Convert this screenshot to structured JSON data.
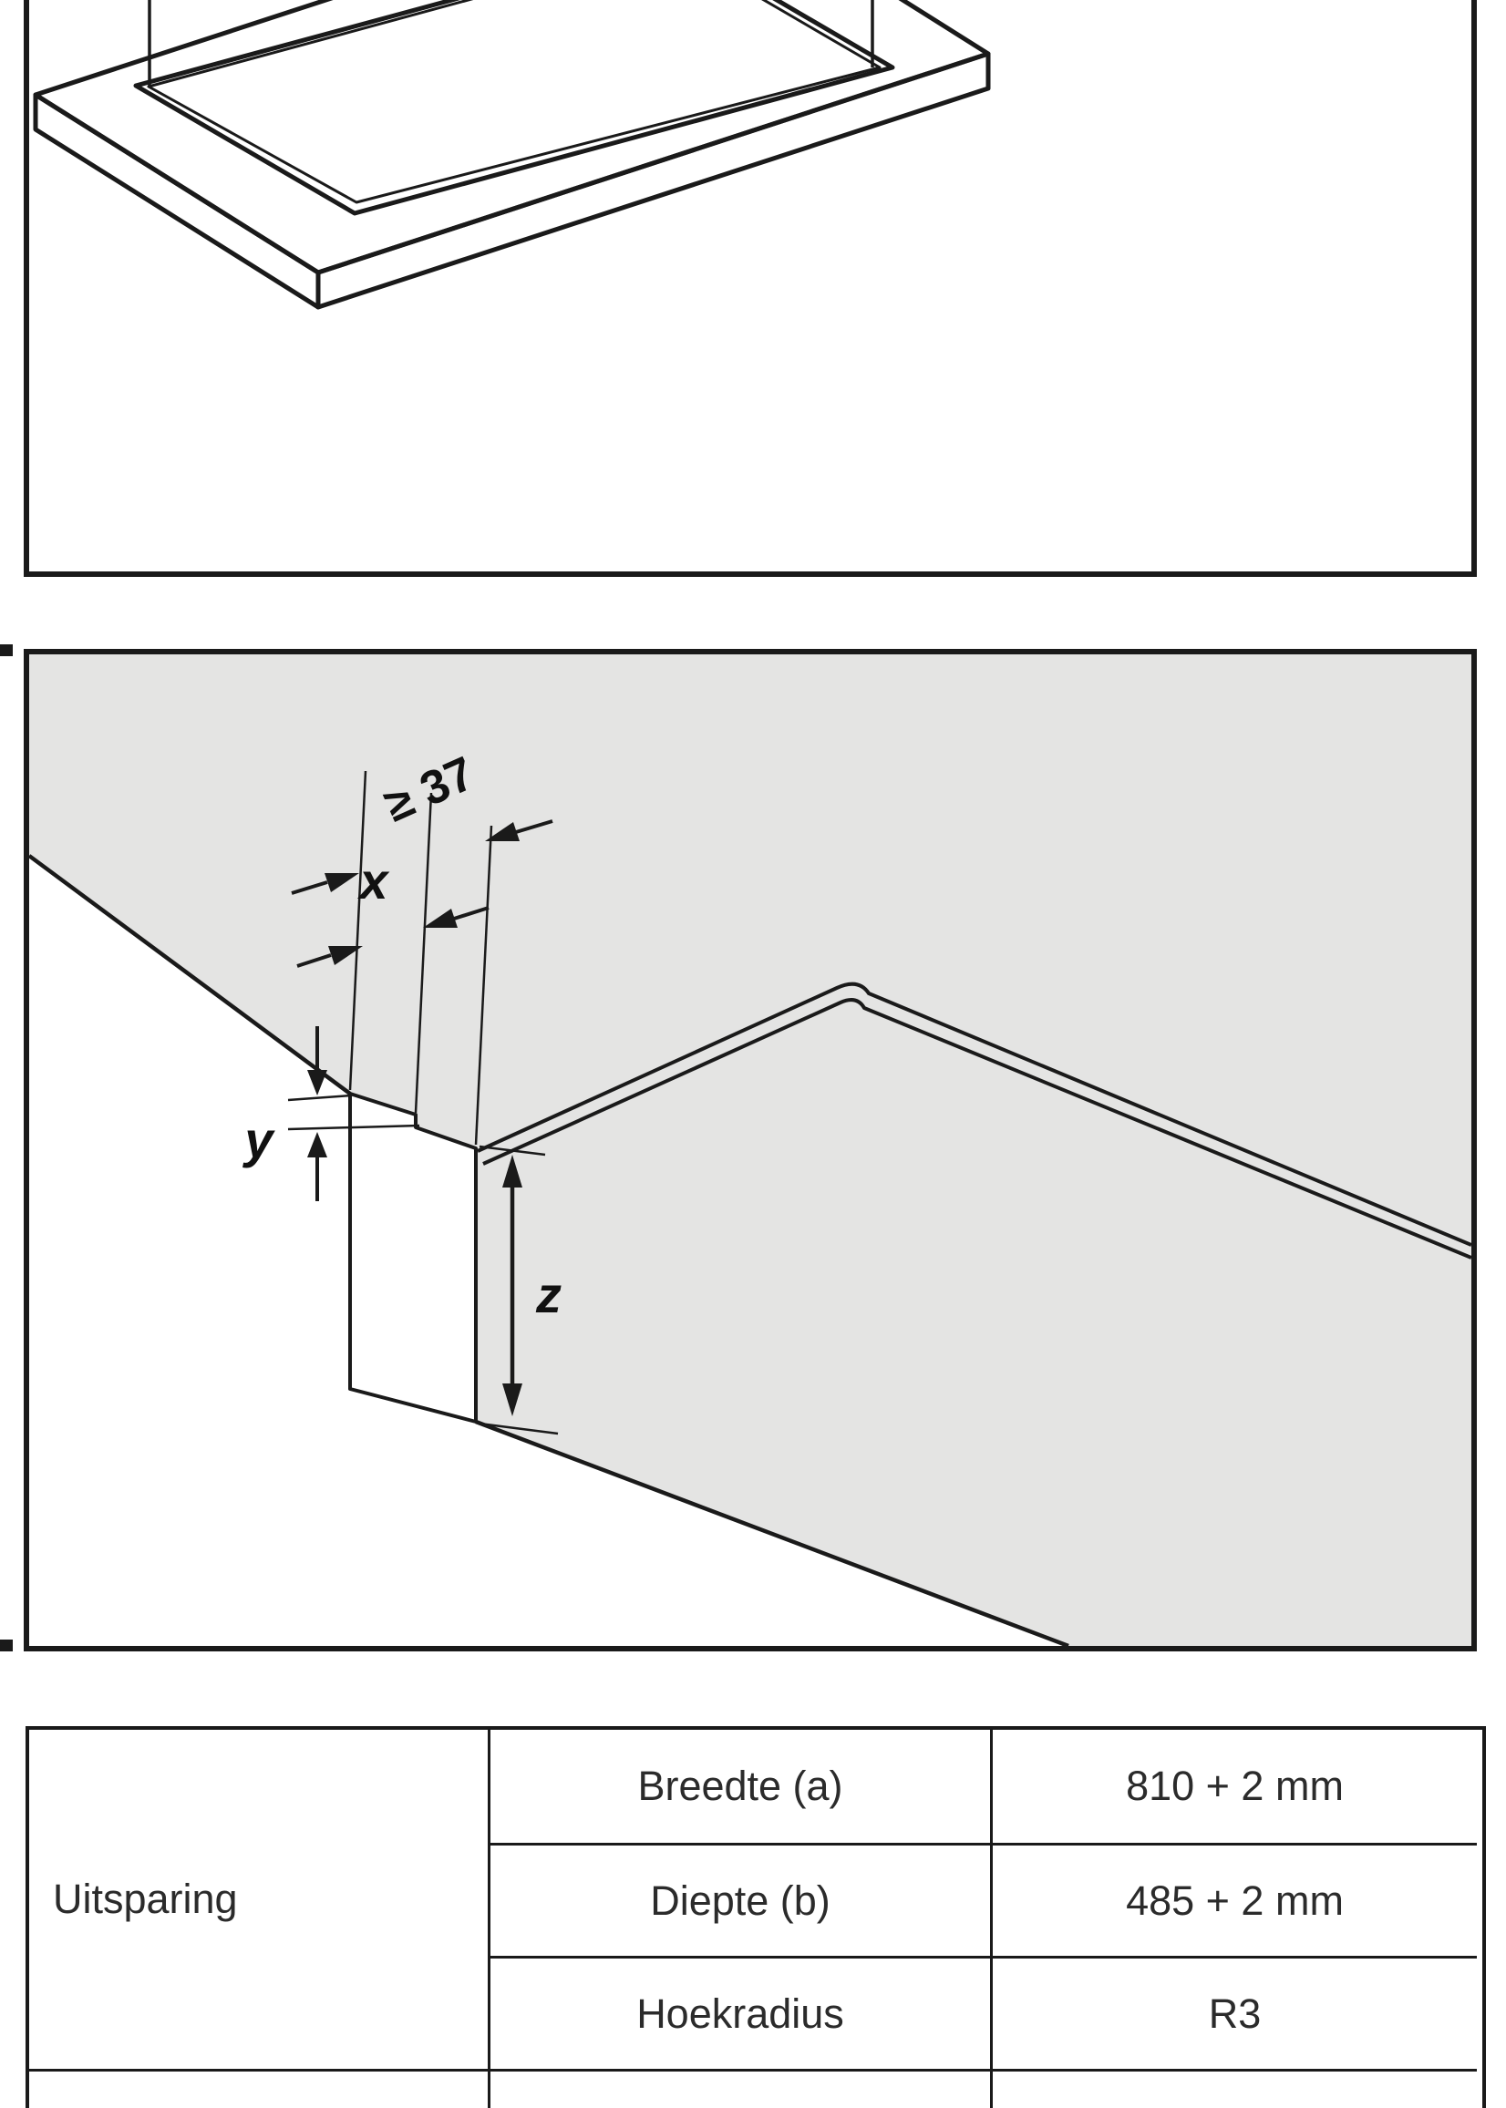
{
  "colors": {
    "background": "#ffffff",
    "line": "#1a1a1a",
    "surface": "#e4e4e3",
    "surface_shade": "#d8d9d8"
  },
  "figure_detail": {
    "labels": {
      "min_distance": "≥ 37",
      "x": "x",
      "y": "y",
      "z": "z"
    }
  },
  "table": {
    "group_label": "Uitsparing",
    "rows": [
      {
        "parameter": "Breedte (a)",
        "value": "810 + 2 mm"
      },
      {
        "parameter": "Diepte (b)",
        "value": "485 + 2 mm"
      },
      {
        "parameter": "Hoekradius",
        "value": "R3"
      }
    ]
  }
}
